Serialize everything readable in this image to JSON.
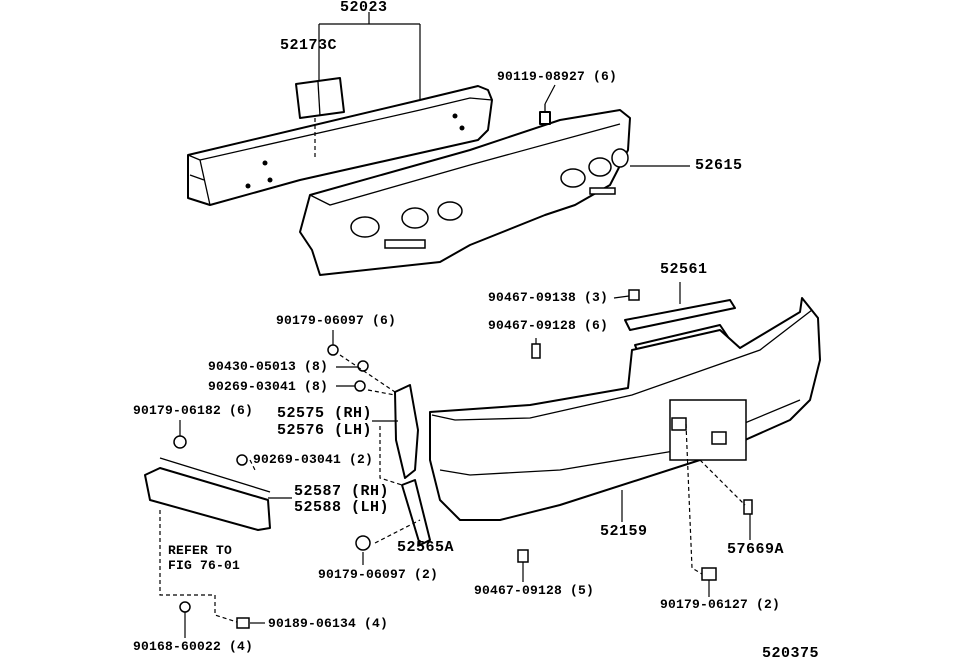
{
  "diagram": {
    "labels": {
      "l52023": "52023",
      "l52173C": "52173C",
      "l90119": "90119-08927 (6)",
      "l52615": "52615",
      "l52561": "52561",
      "l90467a": "90467-09138 (3)",
      "l90467b": "90467-09128 (6)",
      "l90179a": "90179-06097 (6)",
      "l90430": "90430-05013 (8)",
      "l90269a": "90269-03041 (8)",
      "l90179b": "90179-06182 (6)",
      "l52575": "52575 (RH)",
      "l52576": "52576 (LH)",
      "l90269b": "90269-03041 (2)",
      "l52587": "52587 (RH)",
      "l52588": "52588 (LH)",
      "l52159": "52159",
      "l52565A": "52565A",
      "l57669A": "57669A",
      "refer1": "REFER TO",
      "refer2": "FIG 76-01",
      "l90179c": "90179-06097 (2)",
      "l90467c": "90467-09128 (5)",
      "l90179d": "90179-06127 (2)",
      "l90189": "90189-06134 (4)",
      "l90168": "90168-60022 (4)",
      "figno": "520375"
    }
  }
}
